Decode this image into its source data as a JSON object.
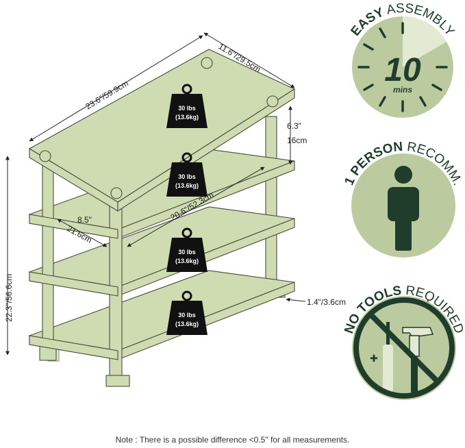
{
  "dimensions": {
    "top_depth": "11.6\"/29.5cm",
    "top_width": "23.6\"/59.9cm",
    "shelf_gap": "6.3\"",
    "shelf_gap_cm": "16cm",
    "total_height": "22.3\"/56.6cm",
    "inner_width": "20.6\"/52.3cm",
    "inner_depth": "8.5\"",
    "inner_depth_cm": "21.6cm",
    "foot_height": "1.4\"/3.6cm"
  },
  "weights": [
    {
      "lbs": "30 lbs",
      "kg": "(13.6kg)"
    },
    {
      "lbs": "30 lbs",
      "kg": "(13.6kg)"
    },
    {
      "lbs": "30 lbs",
      "kg": "(13.6kg)"
    },
    {
      "lbs": "30 lbs",
      "kg": "(13.6kg)"
    }
  ],
  "badges": {
    "easy": {
      "bold": "EASY",
      "rest": "ASSEMBLY",
      "number": "10",
      "unit": "mins"
    },
    "person": {
      "bold": "1 PERSON",
      "rest": "RECOMM."
    },
    "tools": {
      "bold": "NO TOOLS",
      "rest": "REQUIRED"
    }
  },
  "note": "Note : There is a possible difference <0.5\" for all measurements.",
  "colors": {
    "shelf": "#cfdcb1",
    "edge": "#4a4a3e",
    "badge_fill": "#bccaa0",
    "badge_dark": "#1f3d2a",
    "clock_light": "#e3ead3"
  }
}
